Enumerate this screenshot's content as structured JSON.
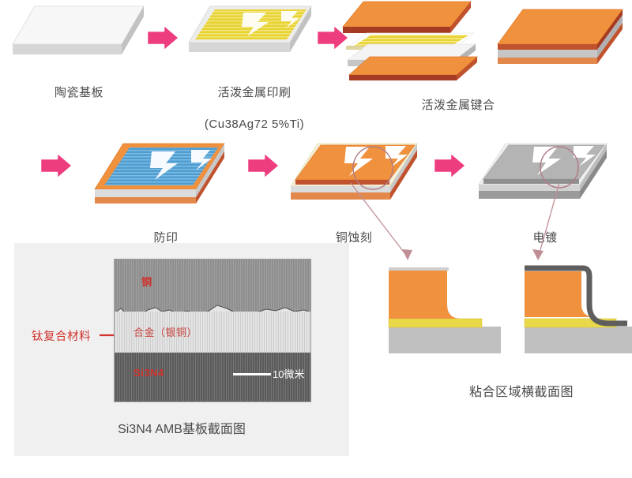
{
  "diagram": {
    "title_present": false,
    "colors": {
      "arrow_pink": "#ee3d7f",
      "copper": "#f0913e",
      "copper_dark": "#c0522d",
      "copper_edge": "#d2691e",
      "braze_yellow": "#e8d333",
      "ceramic_white": "#f2f2f2",
      "ceramic_gray": "#c6c6c6",
      "resist_blue": "#4f9dd0",
      "plating_gray": "#b4b4b4",
      "callout_mauve": "#b07b84",
      "label_red": "#d1322c",
      "panel_bg": "#f0f0f0"
    }
  },
  "steps": [
    {
      "id": "substrate",
      "label": "陶瓷基板",
      "sublabel": ""
    },
    {
      "id": "metal-printing",
      "label": "活泼金属印刷",
      "sublabel": "(Cu38Ag72 5%Ti)"
    },
    {
      "id": "bonding",
      "label": "活泼金属键合",
      "sublabel": ""
    },
    {
      "id": "resist",
      "label": "防印",
      "sublabel": ""
    },
    {
      "id": "etching",
      "label": "铜蚀刻",
      "sublabel": ""
    },
    {
      "id": "plating",
      "label": "电镀",
      "sublabel": ""
    }
  ],
  "arrows": {
    "icon": "right-block-arrow",
    "count": 5
  },
  "micrograph": {
    "caption": "Si3N4 AMB基板截面图",
    "layers": [
      {
        "name": "copper",
        "label": "铜"
      },
      {
        "name": "alloy",
        "label": "合金（银铜）"
      },
      {
        "name": "ceramic",
        "label": "Si3N4"
      }
    ],
    "annotation": {
      "label": "钛复合材料",
      "icon": "right-arrow-icon"
    },
    "scalebar": {
      "label": "10微米"
    }
  },
  "cross_section": {
    "caption": "粘合区域横截面图",
    "views": [
      {
        "id": "etched",
        "name": "copper-trace-on-braze"
      },
      {
        "id": "plated",
        "name": "plated-copper-trace-on-braze"
      }
    ]
  }
}
